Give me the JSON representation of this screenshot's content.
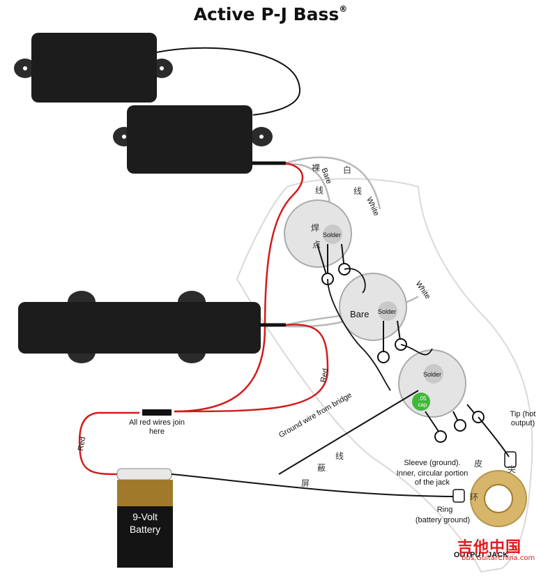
{
  "title": "Active P-J Bass",
  "title_mark": "®",
  "labels": {
    "bare_top": "Bare",
    "white_top": "White",
    "solder_1": "Solder",
    "solder_2": "Solder",
    "solder_3": "Solder",
    "bare_mid": "Bare",
    "white_mid": "White",
    "cap": ".05 cap",
    "red_right": "Red",
    "red_left": "Red",
    "join": "All red wires join here",
    "ground": "Ground wire from bridge",
    "tip": "Tip (hot output)",
    "sleeve": "Sleeve (ground).",
    "sleeve_detail": "Inner, circular portion of the jack",
    "ring": "Ring",
    "ring_detail": "(battery ground)",
    "output_jack": "OUTPUT JACK",
    "battery": "9-Volt Battery"
  },
  "chinese_labels": {
    "bare_1": "裸",
    "bare_2": "线",
    "white_1": "白",
    "white_2": "线",
    "solder_1": "焊",
    "solder_2": "点",
    "shield_1": "屏",
    "shield_2": "蔽",
    "shield_3": "线",
    "skin": "皮",
    "tip": "尖",
    "ring": "环"
  },
  "watermark": {
    "text": "吉他中国",
    "url": "bbs.GuitarChina.com"
  },
  "colors": {
    "red_wire": "#d41a1a",
    "black_wire": "#111111",
    "white_wire": "#b8b8b8",
    "pickup_body": "#1c1c1c",
    "pot_body": "#e4e4e4",
    "solder": "#c9c9c9",
    "cap": "#3fb83a",
    "battery_top": "#a07a2a",
    "battery_body": "#141414",
    "jack_ring": "#d7b56a",
    "watermark": "#e21b1b"
  }
}
